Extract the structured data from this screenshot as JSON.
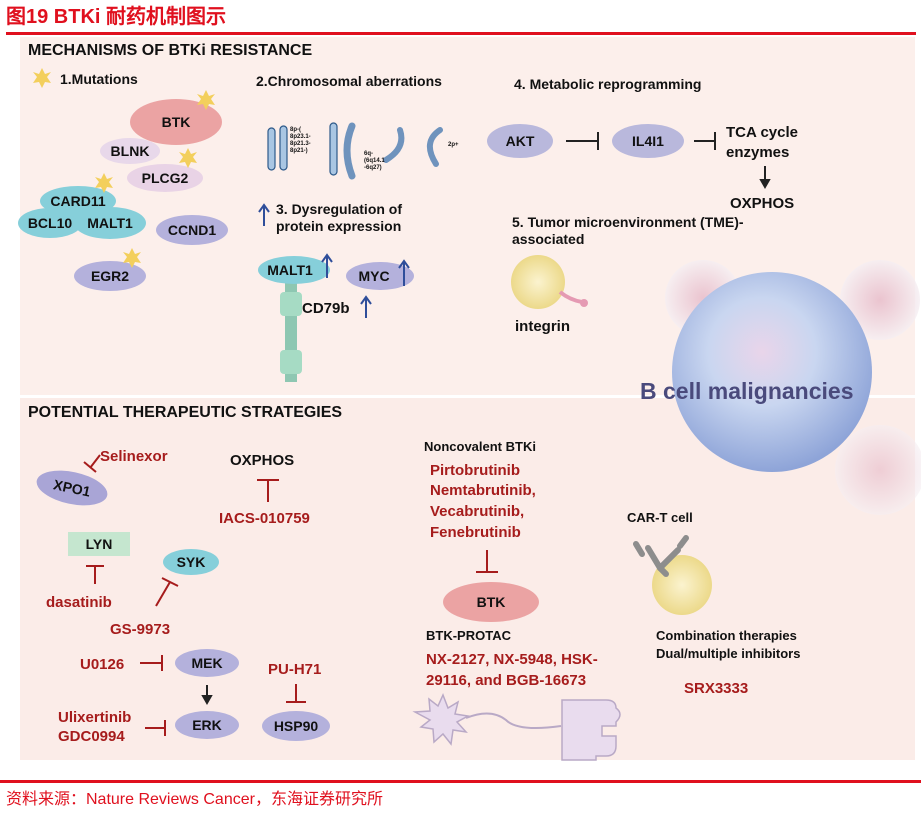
{
  "figure_title": "图19  BTKi 耐药机制图示",
  "source": "资料来源：Nature Reviews Cancer，东海证券研究所",
  "colors": {
    "brand_red": "#e0101e",
    "drug_red": "#a61c1c",
    "panel_bg": "#fcefeb",
    "btk_pink": "#eba3a3",
    "teal": "#86cfda",
    "lavender": "#b4b1dc",
    "star_yellow": "#f3cf5c"
  },
  "mechanisms": {
    "heading": "MECHANISMS OF BTKi RESISTANCE",
    "mutations": {
      "label": "1.Mutations",
      "proteins": [
        "BTK",
        "BLNK",
        "PLCG2",
        "CARD11",
        "BCL10",
        "MALT1",
        "CCND1",
        "EGR2"
      ]
    },
    "chromosomal": {
      "label": "2.Chromosomal aberrations",
      "chr8": [
        "8p-(",
        "8p23.1-",
        "8p21.3-",
        "8p21-)"
      ],
      "chr6": [
        "6q-",
        "(6q14.1",
        "-6q27)"
      ],
      "chr2": "2p+"
    },
    "dysregulation": {
      "label_line1": "3. Dysregulation of",
      "label_line2": "protein expression",
      "proteins": [
        "MALT1",
        "MYC",
        "CD79b"
      ]
    },
    "metabolic": {
      "label": "4. Metabolic reprogramming",
      "akt": "AKT",
      "il4i1": "IL4I1",
      "tca_line1": "TCA cycle",
      "tca_line2": "enzymes",
      "oxphos": "OXPHOS"
    },
    "tme": {
      "label_line1": "5. Tumor microenvironment (TME)-",
      "label_line2": "associated",
      "integrin": "integrin"
    },
    "bcell": "B cell malignancies"
  },
  "strategies": {
    "heading": "POTENTIAL THERAPEUTIC STRATEGIES",
    "xpo1": "XPO1",
    "selinexor": "Selinexor",
    "oxphos": "OXPHOS",
    "iacs": "IACS-010759",
    "lyn": "LYN",
    "dasatinib": "dasatinib",
    "syk": "SYK",
    "gs": "GS-9973",
    "mek": "MEK",
    "u0126": "U0126",
    "erk": "ERK",
    "ulixertinib": "Ulixertinib",
    "gdc": "GDC0994",
    "puh71": "PU-H71",
    "hsp90": "HSP90",
    "noncovalent": {
      "label": "Noncovalent BTKi",
      "drugs": [
        "Pirtobrutinib",
        "Nemtabrutinib,",
        "Vecabrutinib,",
        "Fenebrutinib"
      ]
    },
    "btk": "BTK",
    "protac": {
      "label": "BTK-PROTAC",
      "line1": "NX-2127, NX-5948, HSK-",
      "line2": "29116, and BGB-16673"
    },
    "cart": "CAR-T cell",
    "combination": "Combination therapies",
    "dual": "Dual/multiple inhibitors",
    "srx": "SRX3333"
  }
}
